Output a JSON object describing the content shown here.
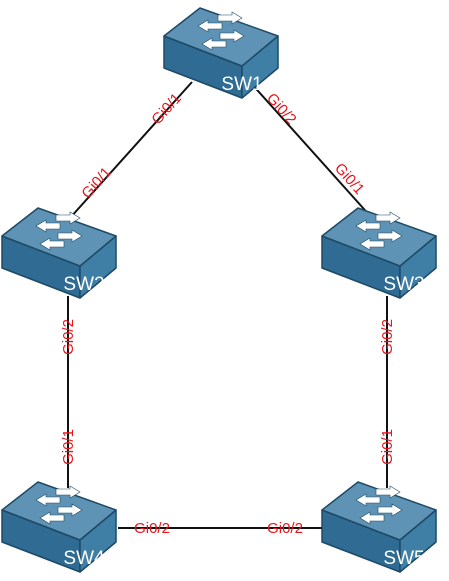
{
  "colors": {
    "switch_top": "#5f93b5",
    "switch_front": "#2f6b92",
    "switch_side": "#3f7ea5",
    "switch_edge": "#1d4a66",
    "arrow": "#ffffff",
    "link": "#111111",
    "port_label": "#e8141b"
  },
  "switches": [
    {
      "id": "sw1",
      "label": "SW1"
    },
    {
      "id": "sw2",
      "label": "SW2"
    },
    {
      "id": "sw3",
      "label": "SW3"
    },
    {
      "id": "sw4",
      "label": "SW4"
    },
    {
      "id": "sw5",
      "label": "SW5"
    }
  ],
  "links": [
    {
      "id": "sw1-sw2",
      "a_port": "Gi0/1",
      "b_port": "Gi0/1"
    },
    {
      "id": "sw1-sw3",
      "a_port": "Gi0/2",
      "b_port": "Gi0/1"
    },
    {
      "id": "sw2-sw4",
      "a_port": "Gi0/2",
      "b_port": "Gi0/1"
    },
    {
      "id": "sw3-sw5",
      "a_port": "Gi0/2",
      "b_port": "Gi0/1"
    },
    {
      "id": "sw4-sw5",
      "a_port": "Gi0/2",
      "b_port": "Gi0/2"
    }
  ]
}
